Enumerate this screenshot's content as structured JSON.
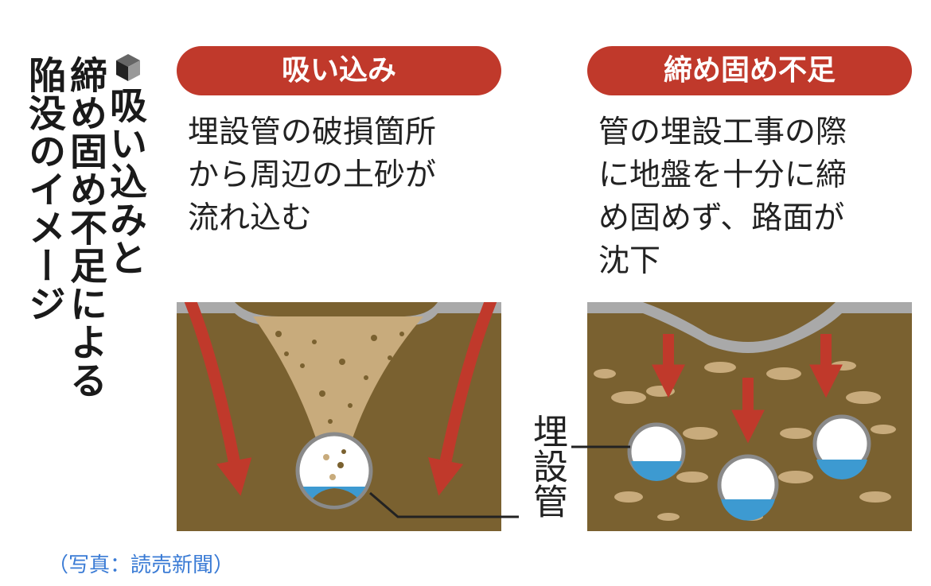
{
  "title": {
    "lines": [
      "吸い込みと",
      "締め固め不足による",
      "陥没のイメージ"
    ]
  },
  "panels": [
    {
      "heading": "吸い込み",
      "description": [
        "埋設管の破損箇所",
        "から周辺の土砂が",
        "流れ込む"
      ]
    },
    {
      "heading": "締め固め不足",
      "description": [
        "管の埋設工事の際",
        "に地盤を十分に締",
        "め固めず、路面が",
        "沈下"
      ]
    }
  ],
  "pipe_label": "埋設管",
  "credit": "（写真：読売新聞）",
  "colors": {
    "accent": "#c0392b",
    "soil": "#7a6130",
    "sand": "#c8ab7c",
    "road": "#a9a9a9",
    "water": "#3d9ad1"
  }
}
